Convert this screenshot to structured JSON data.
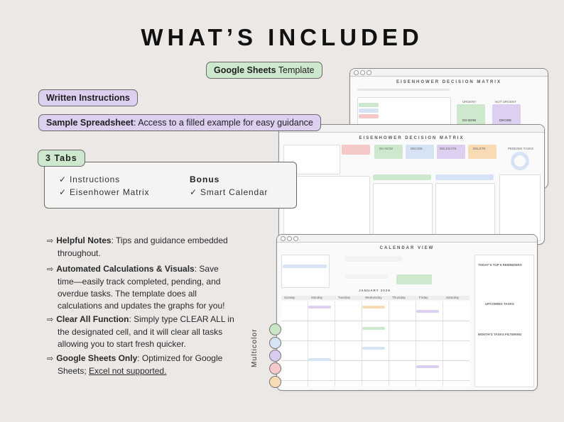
{
  "title": "WHAT’S INCLUDED",
  "google_sheets": {
    "bold": "Google Sheets",
    "rest": " Template"
  },
  "written_instructions": "Written Instructions",
  "sample_spreadsheet": {
    "bold": "Sample Spreadsheet",
    "rest": ": Access to a filled example for easy guidance"
  },
  "tabs": {
    "label": "3 Tabs",
    "items": [
      "✓ Instructions",
      "✓ Eisenhower Matrix"
    ],
    "bonus_label": "Bonus",
    "bonus_items": [
      "✓ Smart Calendar"
    ]
  },
  "features": [
    {
      "bold": "Helpful Notes",
      "rest": ": Tips and guidance embedded",
      "line2": "throughout."
    },
    {
      "bold": "Automated Calculations & Visuals",
      "rest": ": Save",
      "line2": "time—easily track completed, pending, and",
      "line3": "overdue tasks. The template does all",
      "line4": "calculations and updates the graphs for you!"
    },
    {
      "bold": "Clear All Function",
      "rest": ": Simply type CLEAR ALL in",
      "line2": "the designated cell, and it will clear all tasks",
      "line3": "allowing you to start fresh quicker."
    },
    {
      "bold": "Google Sheets Only",
      "rest": ": Optimized for Google",
      "line2": "Sheets; ",
      "link": "Excel not supported."
    }
  ],
  "arrow": "⇨",
  "screens": {
    "back_title": "EISENHOWER DECISION MATRIX",
    "mid_title": "EISENHOWER DECISION MATRIX",
    "front_title": "CALENDAR VIEW",
    "calendar_month": "JANUARY 2025",
    "weekdays": [
      "Sunday",
      "Monday",
      "Tuesday",
      "Wednesday",
      "Thursday",
      "Friday",
      "Saturday"
    ],
    "back_labels": [
      "URGENT",
      "NOT URGENT",
      "DO NOW",
      "DECIDE"
    ],
    "mid_labels": [
      "DO NOW",
      "DECIDE",
      "DELEGATE",
      "DELETE",
      "PENDING TASKS"
    ],
    "front_side": [
      "TODAY'S TOP 5 REMINDERS",
      "UPCOMING TASKS",
      "MONTH'S TASKS FILTERING"
    ]
  },
  "multicolor_label": "Multicolor",
  "colors": {
    "green": "#cde8cc",
    "purple": "#dccff0",
    "swatches": [
      "#c9e5c6",
      "#d6e3f5",
      "#d8cdf1",
      "#f6c9c9",
      "#f8dbb5"
    ]
  }
}
